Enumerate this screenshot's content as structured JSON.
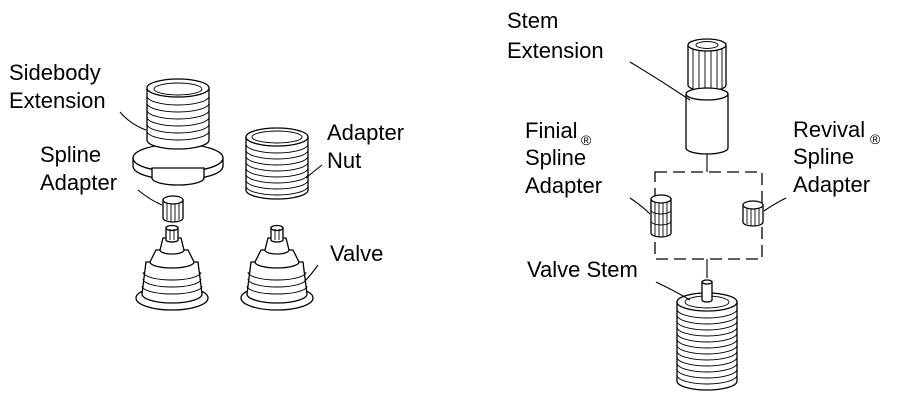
{
  "labels": {
    "sidebody_extension": [
      "Sidebody",
      "Extension"
    ],
    "spline_adapter": [
      "Spline",
      "Adapter"
    ],
    "adapter_nut": [
      "Adapter",
      "Nut"
    ],
    "valve": "Valve",
    "stem_extension": [
      "Stem",
      "Extension"
    ],
    "finial_spline_adapter": [
      "Finial",
      "Spline",
      "Adapter"
    ],
    "revival_spline_adapter": [
      "Revival",
      "Spline",
      "Adapter"
    ],
    "valve_stem": "Valve Stem",
    "registered_mark": "®"
  },
  "icons": {
    "sidebody_extension": "ribbed-flanged-sleeve",
    "spline_adapter": "small-knurled-cylinder",
    "adapter_nut": "threaded-nut",
    "valve": "cartridge-valve",
    "stem_extension": "knurled-stem-extension",
    "finial_spline_adapter": "knurled-adapter",
    "revival_spline_adapter": "small-knurled-adapter",
    "valve_stem": "threaded-valve-body"
  }
}
